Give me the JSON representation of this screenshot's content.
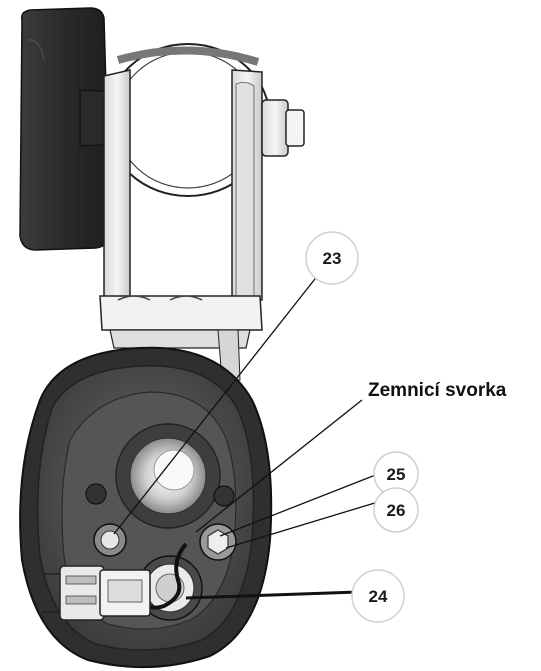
{
  "callouts": {
    "c23": "23",
    "c24": "24",
    "c25": "25",
    "c26": "26"
  },
  "labels": {
    "ground_clamp": "Zemnicí svorka"
  },
  "colors": {
    "knob": "#2e2e2e",
    "bracket": "#ececec",
    "housing_outer": "#3a3a3a",
    "housing_inner": "#5a5a5a",
    "line": "#111111"
  }
}
